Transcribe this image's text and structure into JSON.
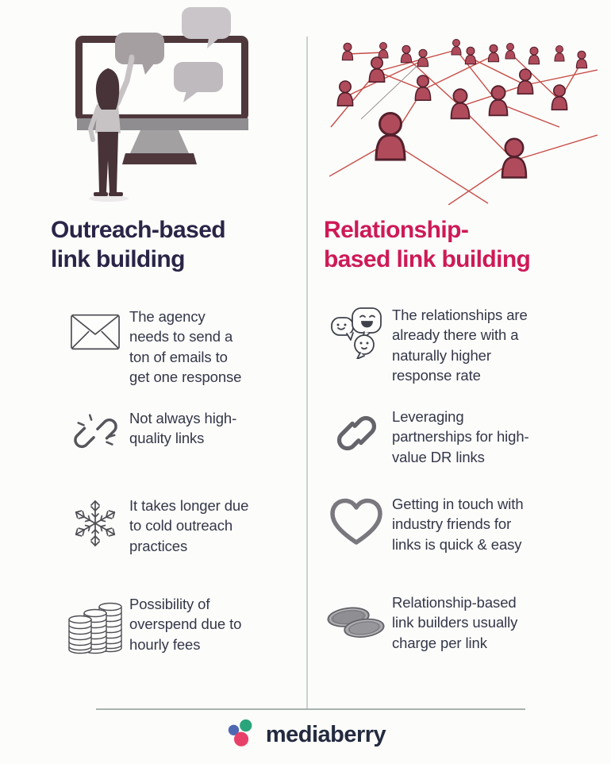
{
  "left_column": {
    "title": "Outreach-based\nlink building",
    "items": [
      {
        "icon": "envelope-icon",
        "text": "The agency\nneeds to send a\nton of emails to\nget one response"
      },
      {
        "icon": "broken-link-icon",
        "text": "Not always high-\nquality links"
      },
      {
        "icon": "snowflake-icon",
        "text": "It takes longer due\nto cold outreach\npractices"
      },
      {
        "icon": "coin-stacks-icon",
        "text": "Possibility of\noverspend due to\nhourly fees"
      }
    ]
  },
  "right_column": {
    "title": "Relationship-\nbased link building",
    "items": [
      {
        "icon": "chat-bubbles-icon",
        "text": "The relationships are\nalready there with a\nnaturally higher\nresponse rate"
      },
      {
        "icon": "chain-link-icon",
        "text": "Leveraging\npartnerships for high-\nvalue DR links"
      },
      {
        "icon": "heart-icon",
        "text": "Getting in touch with\nindustry friends for\nlinks is quick & easy"
      },
      {
        "icon": "coins-icon",
        "text": "Relationship-based\nlink builders usually\ncharge per link"
      }
    ]
  },
  "footer": {
    "brand": "mediaberry"
  },
  "colors": {
    "left_title": "#2A2547",
    "right_title": "#CE1A56",
    "body_text": "#343748",
    "icon_gray": "#55555B",
    "network_red": "#B04B5C",
    "logo_blue": "#4E68B1",
    "logo_green": "#2AA47B",
    "logo_pink": "#E84169"
  }
}
